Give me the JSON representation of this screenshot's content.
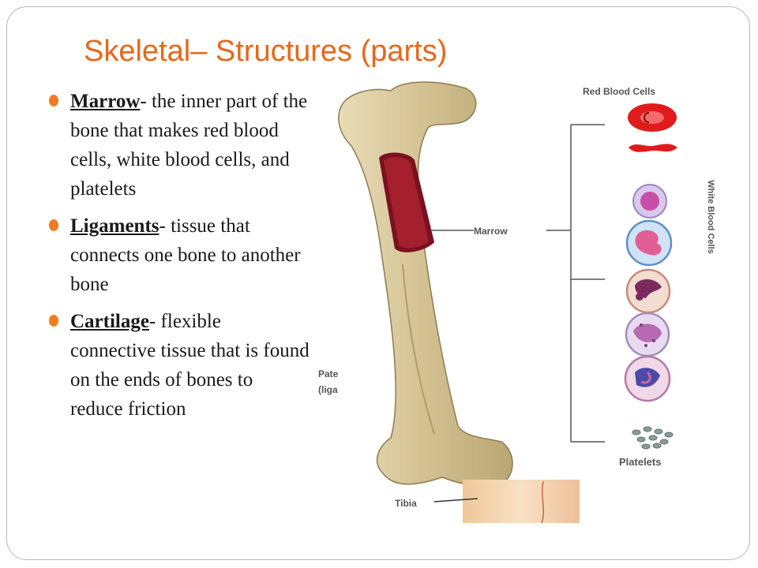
{
  "title": "Skeletal– Structures (parts)",
  "bullets": [
    {
      "term": "Marrow",
      "definition": "- the inner part of the bone that makes red blood cells, white blood cells, and platelets"
    },
    {
      "term": "Ligaments",
      "definition": "- tissue that connects one bone to another bone"
    },
    {
      "term": "Cartilage",
      "definition": "- flexible connective tissue that is found on the ends of bones to reduce friction"
    }
  ],
  "diagram": {
    "labels": {
      "red_blood_cells": "Red Blood Cells",
      "white_blood_cells": "White Blood Cells",
      "marrow": "Marrow",
      "platelets": "Platelets",
      "tibia": "Tibia",
      "patella_partial_1": "Pate",
      "patella_partial_2": "(liga"
    }
  },
  "colors": {
    "title": "#e8671a",
    "bullet": "#f47a1f",
    "bone": "#d9c9a0",
    "marrow": "#a3202c",
    "rbc": "#e01b1b"
  }
}
